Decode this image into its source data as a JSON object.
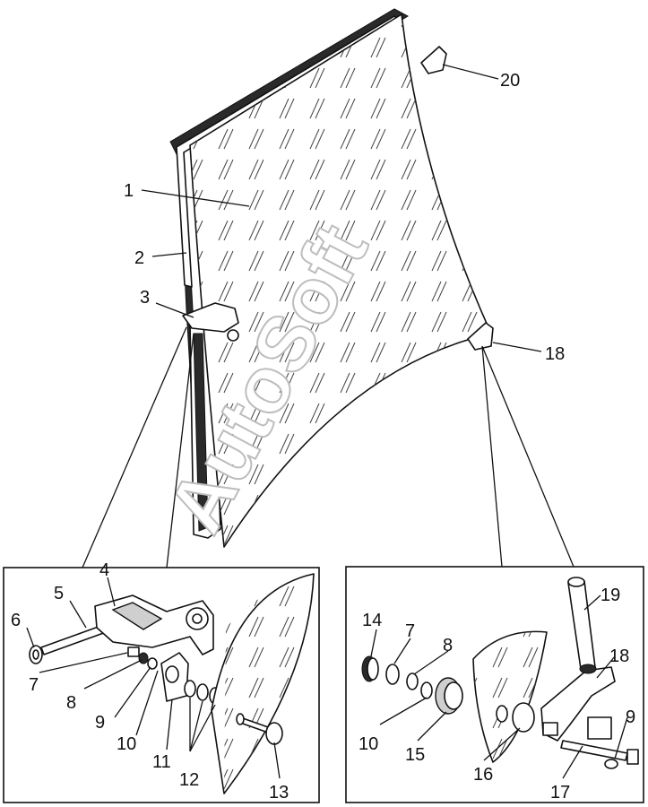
{
  "watermark": "AutoSoft",
  "callouts": {
    "c1": "1",
    "c2": "2",
    "c3": "3",
    "c4": "4",
    "c5": "5",
    "c6": "6",
    "c7a": "7",
    "c7b": "7",
    "c8a": "8",
    "c8b": "8",
    "c9a": "9",
    "c9b": "9",
    "c10a": "10",
    "c10b": "10",
    "c11": "11",
    "c12": "12",
    "c13": "13",
    "c14": "14",
    "c15": "15",
    "c16": "16",
    "c17": "17",
    "c18a": "18",
    "c18b": "18",
    "c19": "19",
    "c20": "20"
  }
}
